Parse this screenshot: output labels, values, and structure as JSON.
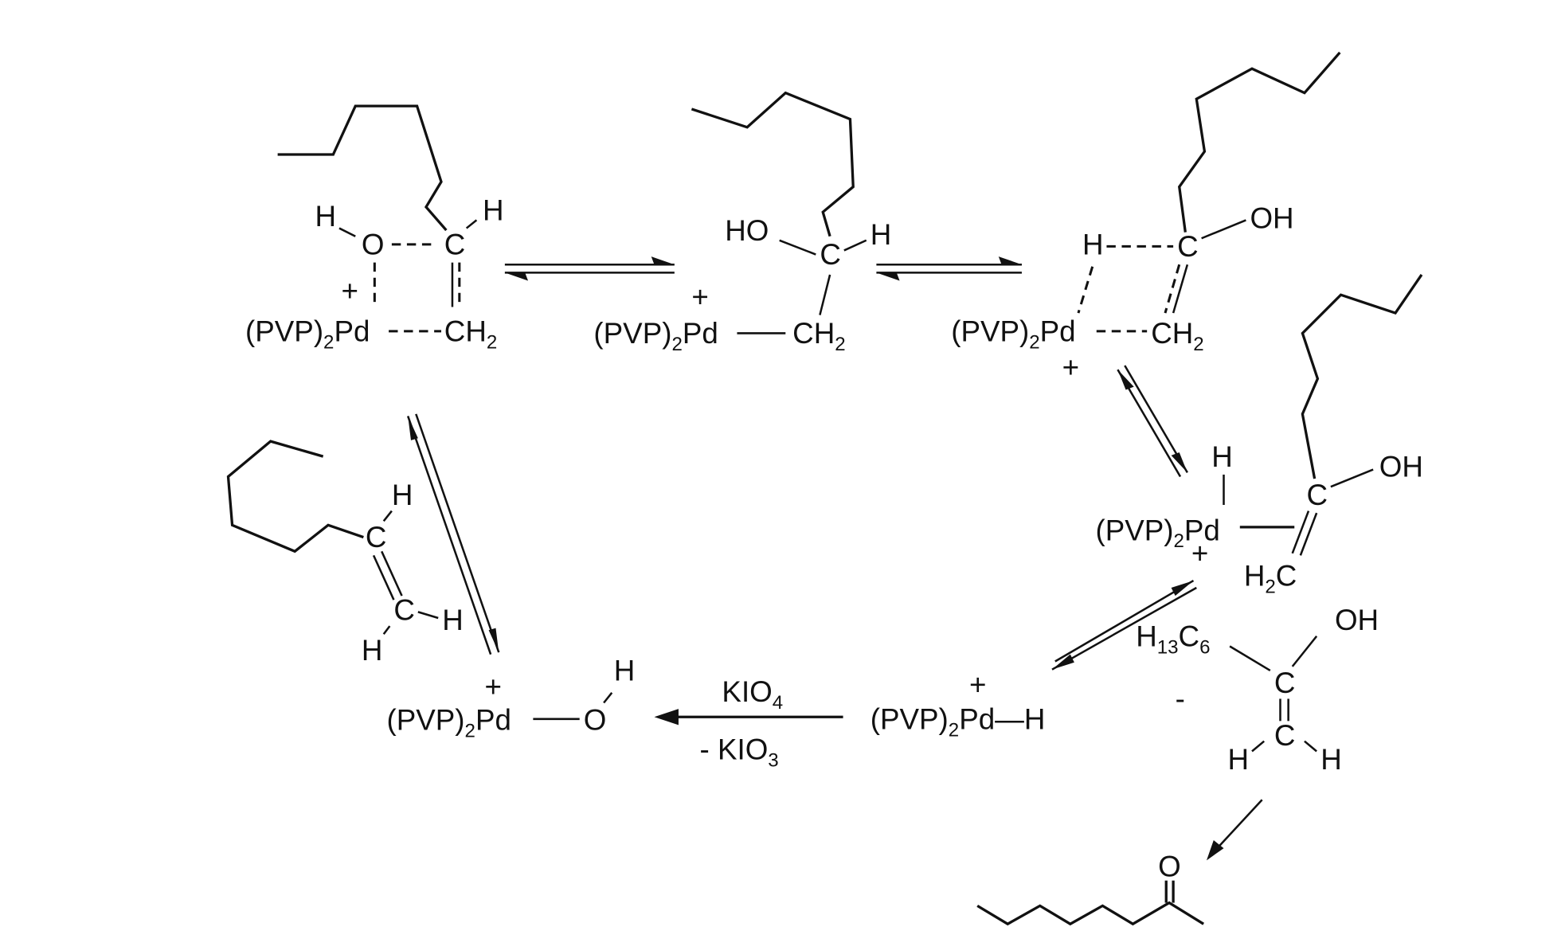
{
  "labels": {
    "pvp": "(PVP)",
    "two": "2",
    "pd": "Pd",
    "h": "H",
    "o": "O",
    "c": "C",
    "ch": "CH",
    "oh": "OH",
    "ho": "HO",
    "plus": "+",
    "minus": "-",
    "h13": "13",
    "c6": "6",
    "pd_h": "—H"
  },
  "reaction": {
    "oxidant": "KIO",
    "oxidant_sub": "4",
    "byproduct": "- KIO",
    "byproduct_sub": "3"
  },
  "colors": {
    "ink": "#111111",
    "background": "#ffffff"
  }
}
